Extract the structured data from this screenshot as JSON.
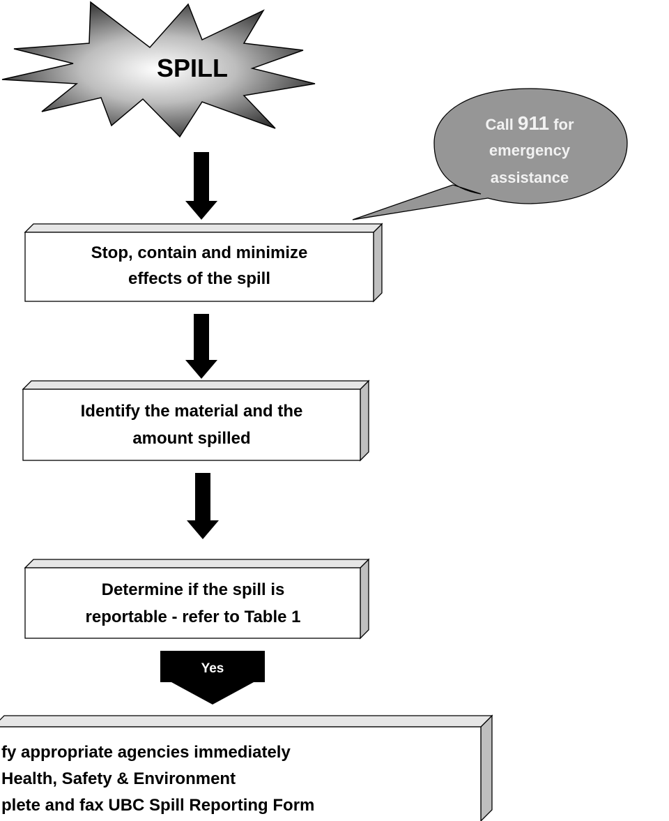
{
  "spill_label": "SPILL",
  "callout": {
    "line1_prefix": "Call ",
    "line1_number": "911",
    "line1_suffix": " for",
    "line2": "emergency",
    "line3": "assistance"
  },
  "steps": [
    {
      "line1": "Stop, contain and minimize",
      "line2": "effects of the spill"
    },
    {
      "line1": "Identify the material and the",
      "line2": "amount spilled"
    },
    {
      "line1": "Determine if the spill is",
      "line2": "reportable - refer to Table 1"
    }
  ],
  "decision_label": "Yes",
  "final_box": {
    "line1": "fy appropriate agencies immediately",
    "line2": "Health, Safety & Environment",
    "line3": "plete and fax UBC Spill Reporting Form"
  }
}
